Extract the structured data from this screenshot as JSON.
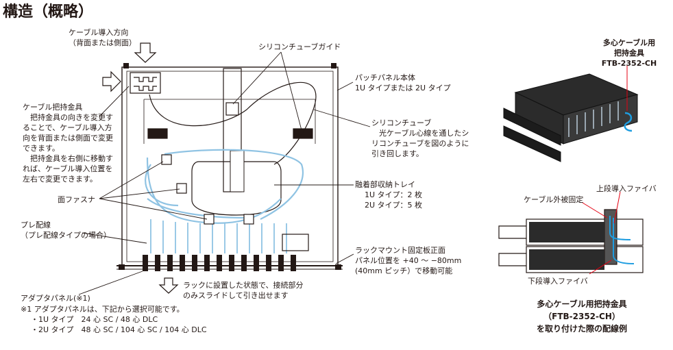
{
  "title": "構造（概略）",
  "labels": {
    "cable_dir_1": "ケーブル導入方向",
    "cable_dir_2": "（背面または側面）",
    "silicon_guide": "シリコンチューブガイド",
    "patch_body_1": "パッチパネル本体",
    "patch_body_2": "1U タイプまたは 2U タイプ",
    "holder_title": "ケーブル把持金具",
    "holder_desc_1": "　把持金具の向きを変更す",
    "holder_desc_2": "ることで、ケーブル導入方",
    "holder_desc_3": "向を背面または側面で変更",
    "holder_desc_4": "できます。",
    "holder_desc_5": "　把持金具を右側に移動す",
    "holder_desc_6": "れば、ケーブル導入位置を",
    "holder_desc_7": "左右で変更できます。",
    "tube_title": "シリコンチューブ",
    "tube_desc_1": "　光ケーブル心線を通したシ",
    "tube_desc_2": "リコンチューブを図のように",
    "tube_desc_3": "引き回します。",
    "fusion_tray_1": "融着部収納トレイ",
    "fusion_tray_2": "1U タイプ：2 枚",
    "fusion_tray_3": "2U タイプ：5 枚",
    "face_fastener": "面ファスナ",
    "pre_wiring_1": "プレ配線",
    "pre_wiring_2": "（プレ配線タイプの場合）",
    "rack_mount_1": "ラックマウント固定板正面",
    "rack_mount_2": "パネル位置を +40 ～ −80mm",
    "rack_mount_3": "(40mm ピッチ）で移動可能",
    "slide_1": "ラックに設置した状態で、接続部分",
    "slide_2": "のみスライドして引き出せます",
    "adapter_panel": "アダプタパネル(※1)",
    "note_1": "※1 アダプタパネルは、下記から選択可能です。",
    "note_2": "・1U タイプ　24 心 SC / 48 心 DLC",
    "note_3": "・2U タイプ　48 心 SC / 104 心 SC / 104 心 DLC"
  },
  "right_panel": {
    "product_1": "多心ケーブル用",
    "product_2": "把持金具",
    "product_3": "FTB-2352-CH",
    "outer_fix": "ケーブル外被固定",
    "upper_fiber": "上段導入ファイバ",
    "lower_fiber": "下段導入ファイバ",
    "caption_1": "多心ケーブル用把持金具",
    "caption_2": "（FTB-2352-CH）",
    "caption_3": "を取り付けた際の配線例"
  },
  "colors": {
    "tube": "#8fc3e3",
    "line": "#231815",
    "leader": "#e60012"
  }
}
